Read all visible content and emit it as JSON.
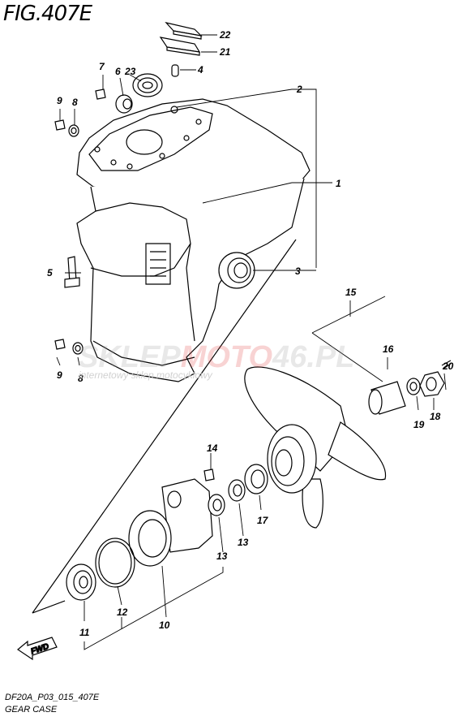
{
  "title": "FIG.407E",
  "footer": {
    "code": "DF20A_P03_015_407E",
    "name": "GEAR CASE"
  },
  "watermark": {
    "brand_part1": "SKLEP",
    "brand_part2": "MOTO",
    "brand_part3": "46",
    "brand_part4": ".PL",
    "tagline": "internetowy sklep motocyklowy"
  },
  "fwd_label": "FWD",
  "callouts": {
    "c22": "22",
    "c21": "21",
    "c7": "7",
    "c6": "6",
    "c23": "23",
    "c4": "4",
    "c9a": "9",
    "c8a": "8",
    "c2": "2",
    "c1": "1",
    "c5": "5",
    "c3": "3",
    "c9b": "9",
    "c8b": "8",
    "c15": "15",
    "c16": "16",
    "c20": "20",
    "c18": "18",
    "c19": "19",
    "c14": "14",
    "c17": "17",
    "c13a": "13",
    "c13b": "13",
    "c10": "10",
    "c12": "12",
    "c11": "11"
  },
  "colors": {
    "line": "#000000",
    "watermark_gray": "#9a9a9a",
    "watermark_red": "#e23a3a"
  }
}
